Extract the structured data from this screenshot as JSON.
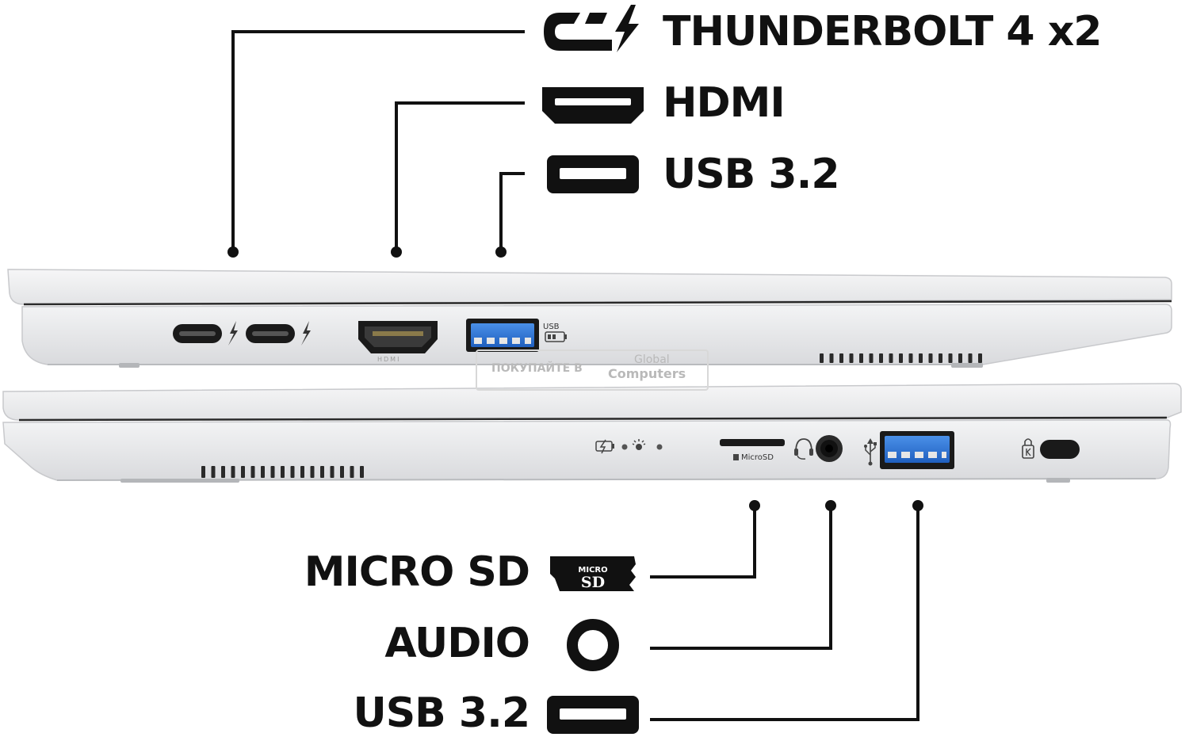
{
  "callouts_left_side": {
    "thunderbolt": {
      "label": "THUNDERBOLT 4 x2",
      "icon": "thunderbolt-icon"
    },
    "hdmi": {
      "label": "HDMI",
      "icon": "hdmi-port-icon"
    },
    "usb": {
      "label": "USB 3.2",
      "icon": "usb-a-port-icon"
    }
  },
  "callouts_right_side": {
    "microsd": {
      "label": "MICRO SD",
      "icon": "microsd-card-icon",
      "icon_text_top": "MICRO",
      "icon_text_bottom": "SD"
    },
    "audio": {
      "label": "AUDIO",
      "icon": "audio-jack-icon"
    },
    "usb": {
      "label": "USB 3.2",
      "icon": "usb-a-port-icon"
    }
  },
  "laptop_markings": {
    "usb_port_label": "USB",
    "microsd_slot_label": "MicroSD",
    "hdmi_port_label": "HDMI"
  },
  "watermark": {
    "line1": "ПОКУПАЙТЕ В",
    "brand_top": "Global",
    "brand_bottom": "Computers"
  },
  "colors": {
    "label_text": "#111111",
    "leader_line": "#111111",
    "laptop_body": "#e9eaec",
    "laptop_shadow": "#c9cbcf",
    "usb_accent": "#2f78d9",
    "port_dark": "#1a1a1a"
  }
}
